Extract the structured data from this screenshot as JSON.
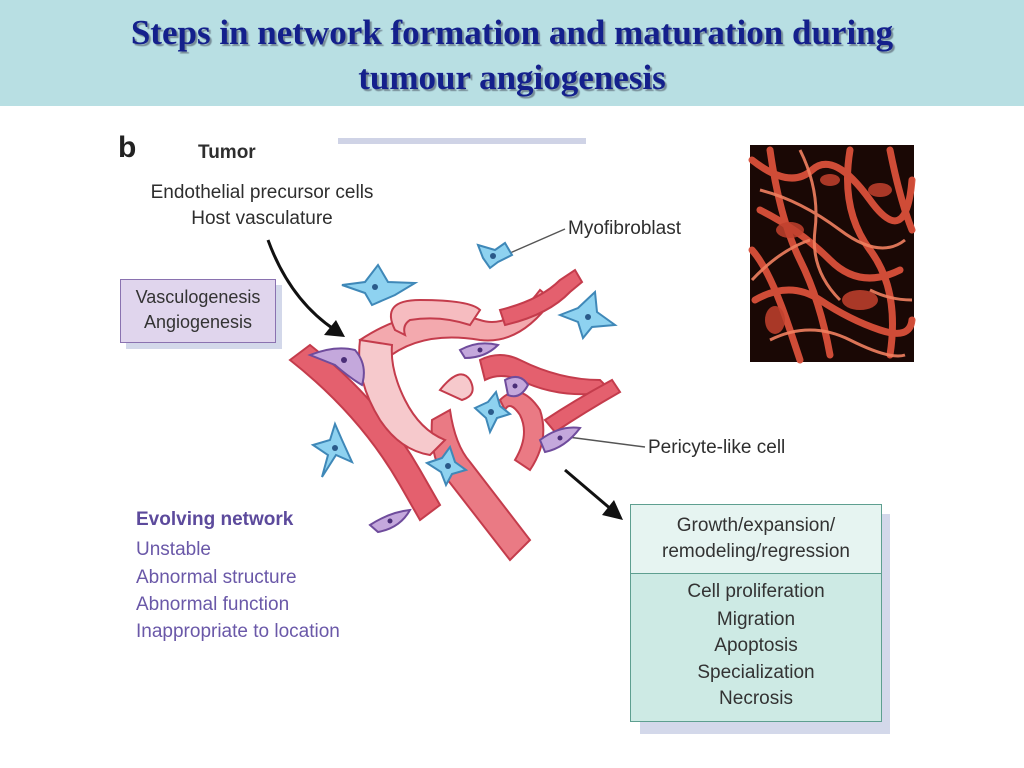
{
  "header": {
    "title_line1": "Steps in network formation and maturation during",
    "title_line2": "tumour angiogenesis"
  },
  "figure": {
    "panel_letter": "b",
    "tumor_label": "Tumor",
    "sources": [
      "Endothelial precursor cells",
      "Host vasculature"
    ],
    "process_box": [
      "Vasculogenesis",
      "Angiogenesis"
    ],
    "myofibroblast_label": "Myofibroblast",
    "pericyte_label": "Pericyte-like cell",
    "evolving_network": {
      "title": "Evolving network",
      "items": [
        "Unstable",
        "Abnormal structure",
        "Abnormal function",
        "Inappropriate to location"
      ]
    },
    "growth_box": {
      "header": [
        "Growth/expansion/",
        "remodeling/regression"
      ],
      "items": [
        "Cell proliferation",
        "Migration",
        "Apoptosis",
        "Specialization",
        "Necrosis"
      ]
    }
  },
  "colors": {
    "header_bg": "#b8dfe3",
    "title": "#14208c",
    "vessel": "#e06a76",
    "vessel_light": "#f7c5c8",
    "myofibroblast": "#7ec9ec",
    "pericyte": "#b89ad2",
    "growth_box": "#cdeae4",
    "process_box": "#e0d5ed"
  }
}
